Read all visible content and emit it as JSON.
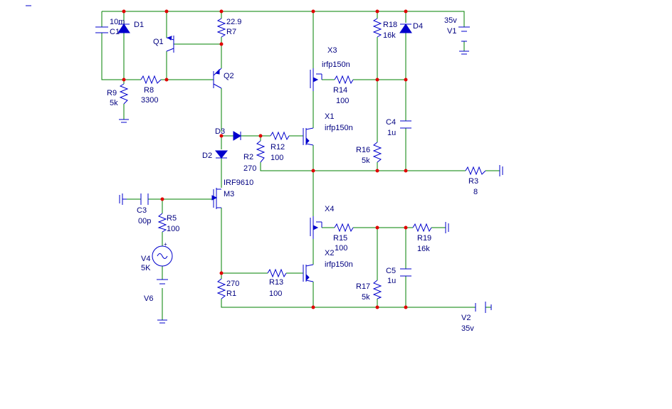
{
  "colors": {
    "wire": "#008000",
    "component": "#0000cc",
    "label": "#000080",
    "node": "#e00000",
    "background": "#ffffff"
  },
  "corner_mark": "_",
  "labels": {
    "c1_val": "10m",
    "c1": "C1",
    "d1": "D1",
    "q1": "Q1",
    "r7_val": "22.9",
    "r7": "R7",
    "q2": "Q2",
    "r8": "R8",
    "r8_val": "3300",
    "r9": "R9",
    "r9_val": "5k",
    "d3": "D3",
    "d2": "D2",
    "m3_model": "IRF9610",
    "m3": "M3",
    "c3": "C3",
    "c3_val": "00p",
    "r5": "R5",
    "r5_val": "100",
    "v4": "V4",
    "v4_val": "5K",
    "v6": "V6",
    "r2": "R2",
    "r2_val": "270",
    "r12": "R12",
    "r12_val": "100",
    "x3": "X3",
    "x3_model": "irfp150n",
    "r14": "R14",
    "r14_val": "100",
    "x1": "X1",
    "x1_model": "irfp150n",
    "r18": "R18",
    "r18_val": "16k",
    "d4": "D4",
    "v1_val": "35v",
    "v1": "V1",
    "c4": "C4",
    "c4_val": "1u",
    "r16": "R16",
    "r16_val": "5k",
    "r3": "R3",
    "r3_val": "8",
    "x4": "X4",
    "r15": "R15",
    "r15_val": "100",
    "r19": "R19",
    "r19_val": "16k",
    "x2": "X2",
    "x2_model": "irfp150n",
    "c5": "C5",
    "c5_val": "1u",
    "r17": "R17",
    "r17_val": "5k",
    "r1_val": "270",
    "r1": "R1",
    "r13": "R13",
    "r13_val": "100",
    "v2": "V2",
    "v2_val": "35v"
  }
}
